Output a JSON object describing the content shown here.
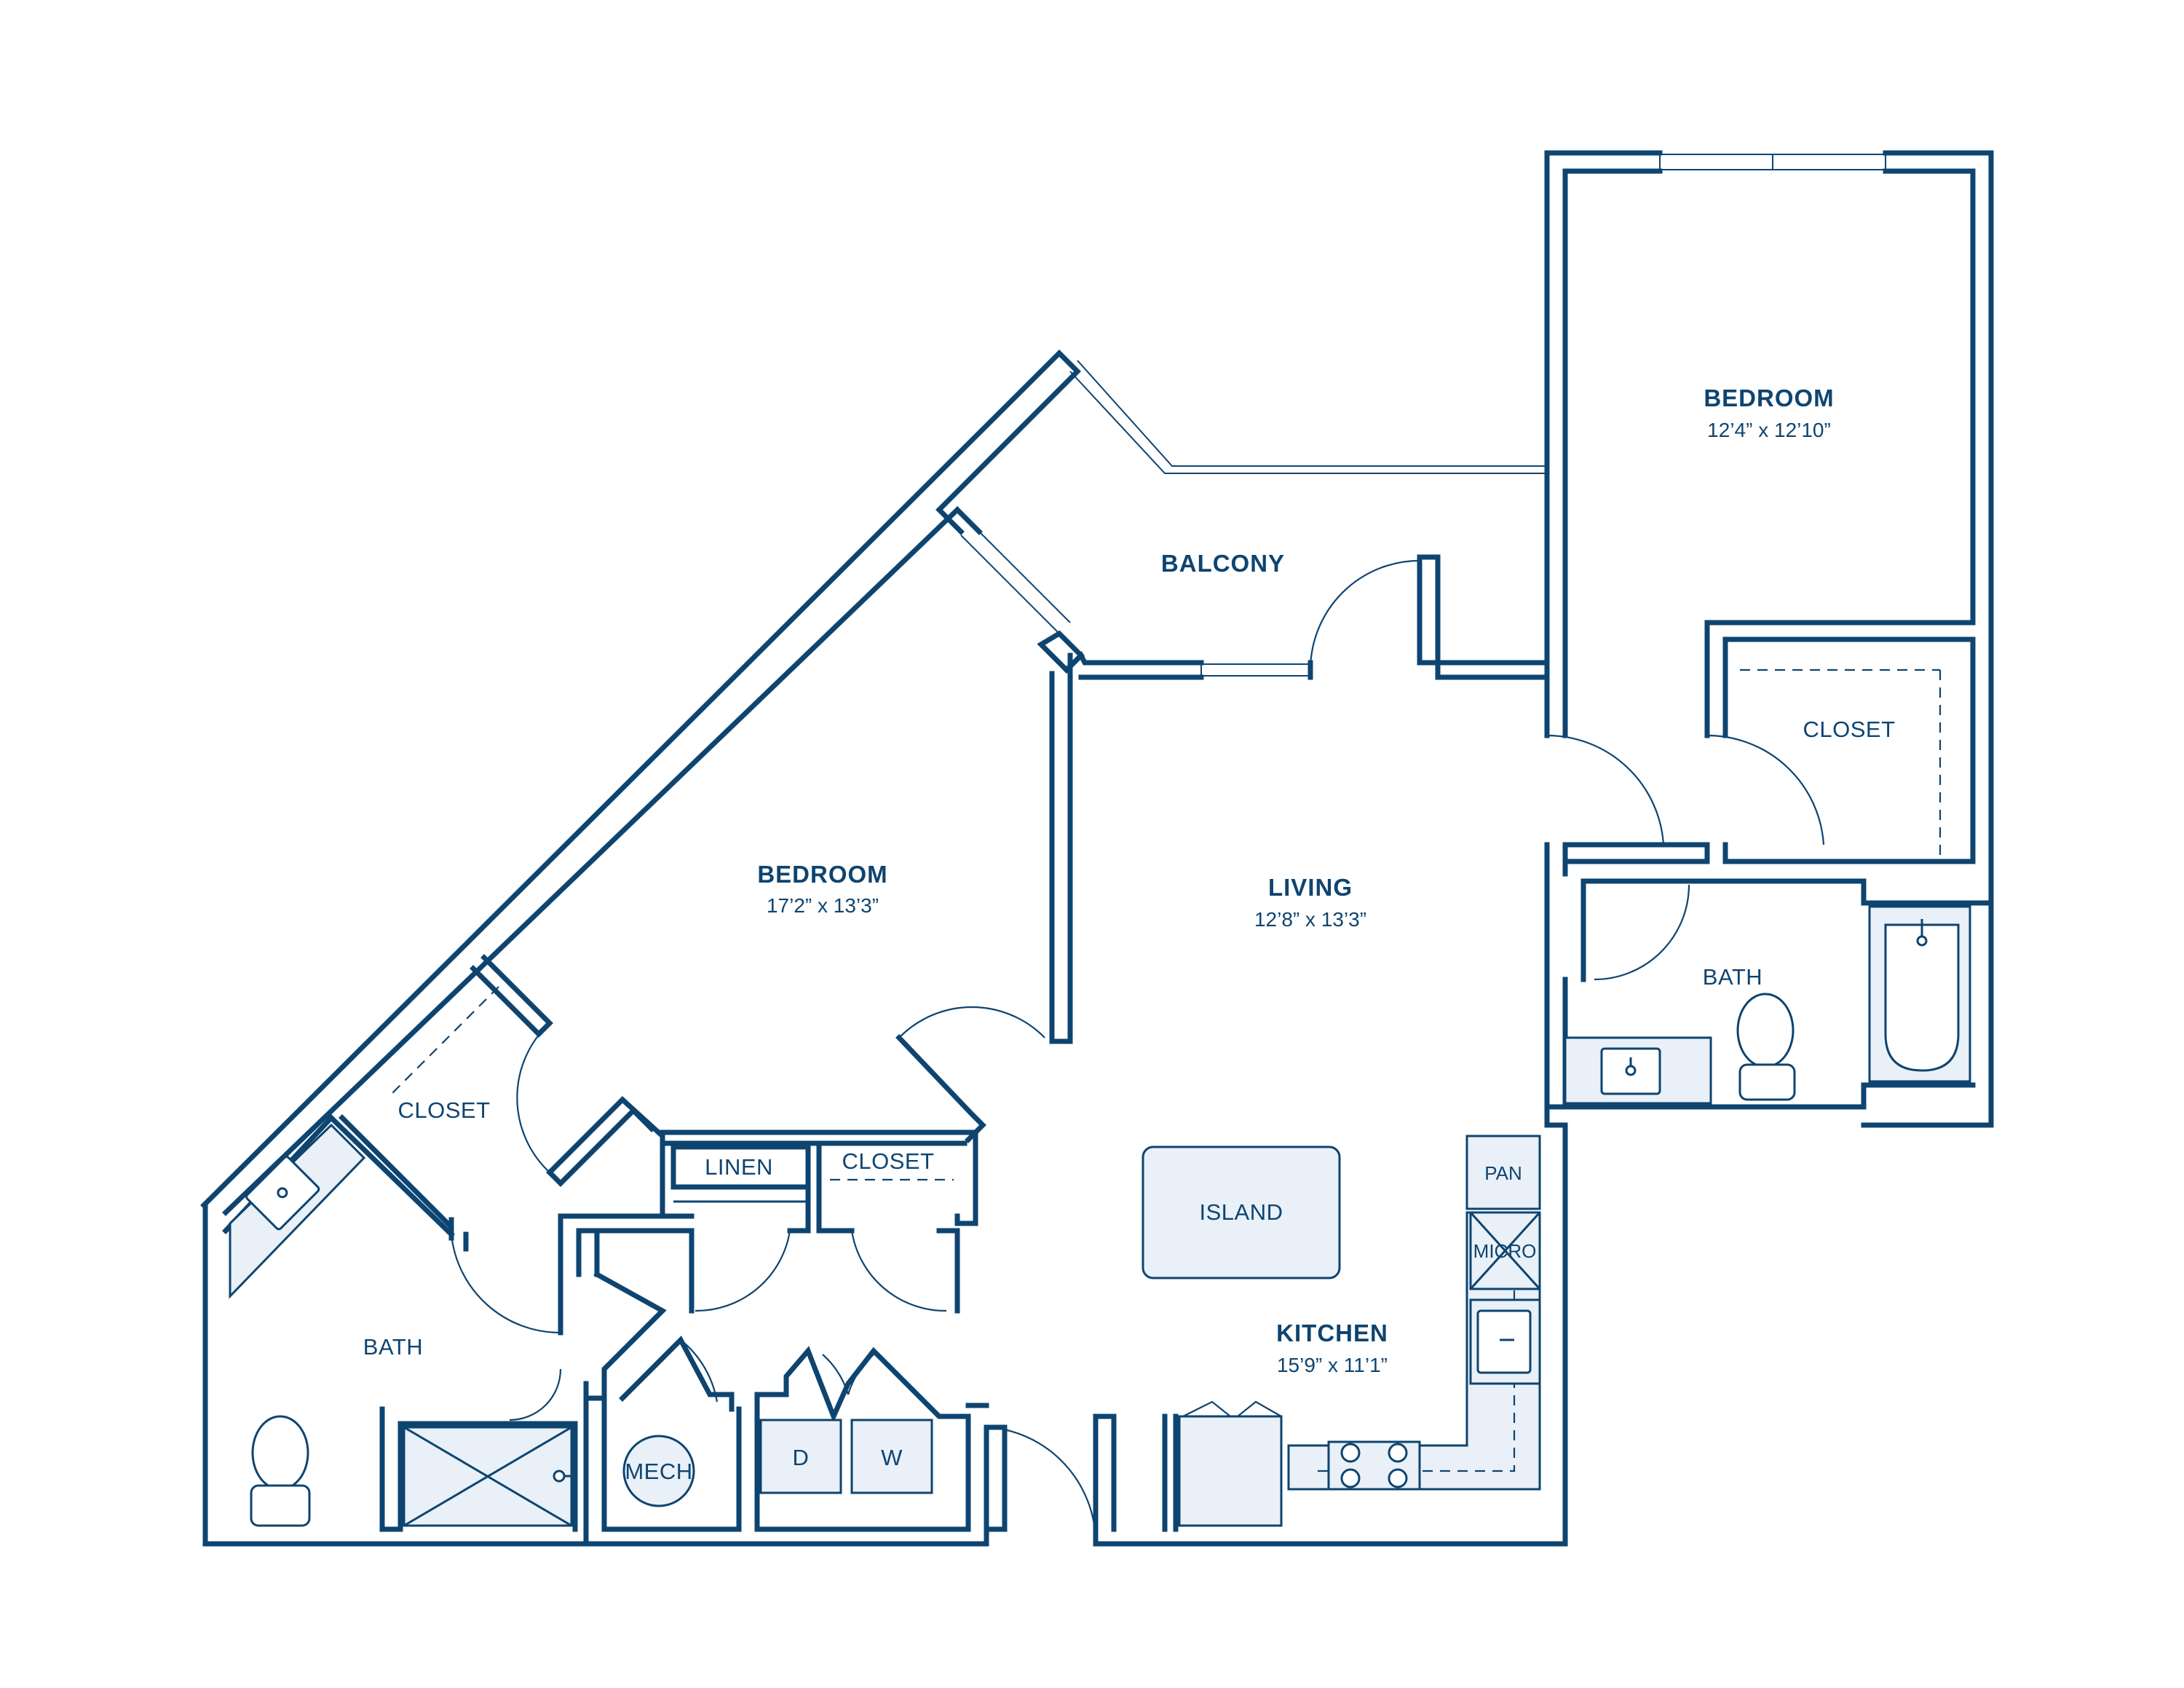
{
  "rooms": {
    "bedroom_right": {
      "name": "BEDROOM",
      "dims": "12’4” x 12’10”"
    },
    "bedroom_left": {
      "name": "BEDROOM",
      "dims": "17’2” x 13’3”"
    },
    "living": {
      "name": "LIVING",
      "dims": "12’8” x 13’3”"
    },
    "kitchen": {
      "name": "KITCHEN",
      "dims": "15’9” x 11’1”"
    },
    "balcony": {
      "name": "BALCONY"
    }
  },
  "labels": {
    "closet_right": "CLOSET",
    "bath_right": "BATH",
    "closet_left": "CLOSET",
    "linen": "LINEN",
    "closet_small": "CLOSET",
    "bath_left": "BATH",
    "island": "ISLAND",
    "pan": "PAN",
    "micro": "MICRO",
    "mech": "MECH",
    "dryer": "D",
    "washer": "W"
  },
  "colors": {
    "wall": "#0e4470",
    "fixture_fill": "#e9f0f7",
    "background": "#ffffff"
  }
}
